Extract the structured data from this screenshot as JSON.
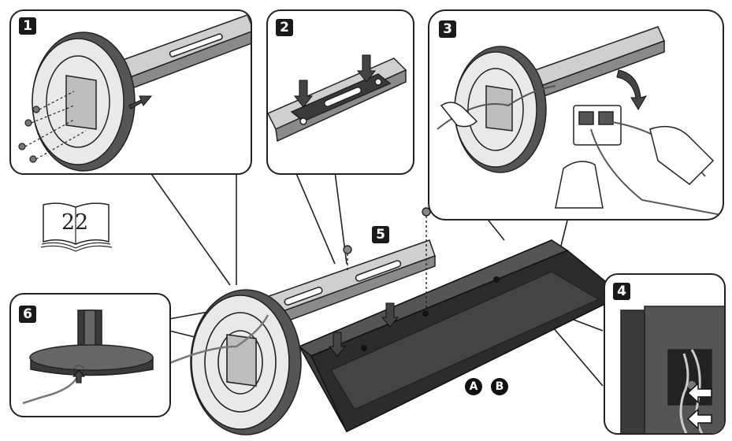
{
  "steps": {
    "step1": "1",
    "step2": "2",
    "step3": "3",
    "step4": "4",
    "step5": "5",
    "step6": "6"
  },
  "page_reference": "22",
  "part_labels": {
    "a": "A",
    "b": "B"
  },
  "colors": {
    "ink": "#222222",
    "dark_fill": "#3a3a3a",
    "mid_fill": "#7a7a7a",
    "light_fill": "#d8d8d8"
  }
}
